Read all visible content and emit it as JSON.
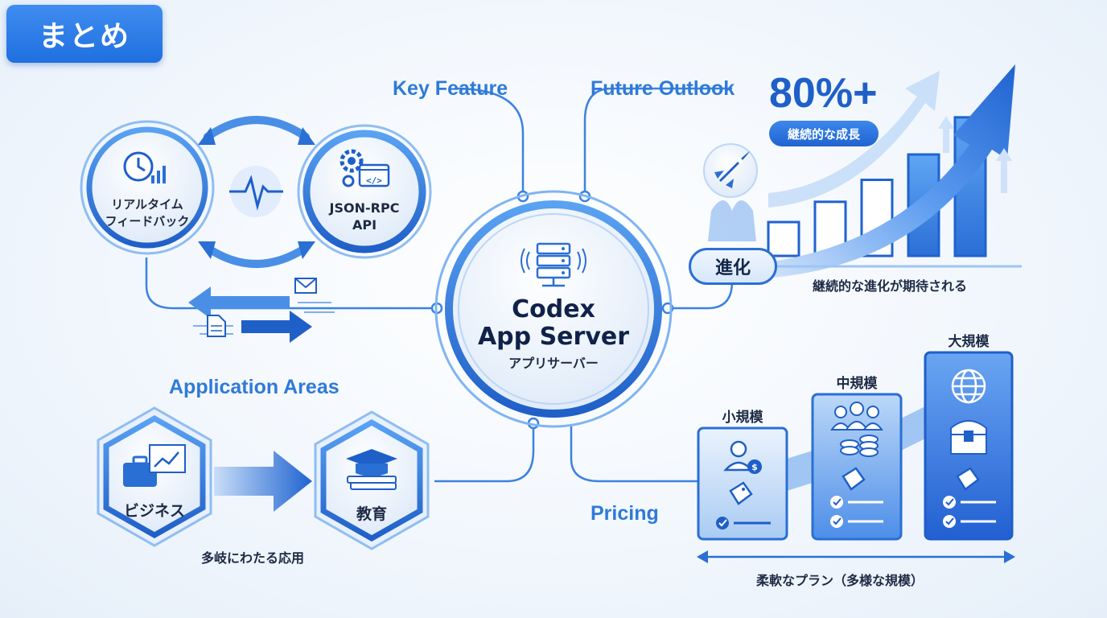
{
  "header": {
    "title": "まとめ"
  },
  "center": {
    "title_line1": "Codex",
    "title_line2": "App Server",
    "subtitle": "アプリサーバー"
  },
  "sections": {
    "key_feature": "Key Feature",
    "future_outlook": "Future Outlook",
    "application_areas": "Application Areas",
    "pricing": "Pricing"
  },
  "key_feature": {
    "realtime_line1": "リアルタイム",
    "realtime_line2": "フィードバック",
    "api_line1": "JSON-RPC",
    "api_line2": "API"
  },
  "future": {
    "percent": "80%+",
    "growth_badge": "継続的な成長",
    "evolution_label": "進化",
    "caption": "継続的な進化が期待される",
    "bars": [
      0.2,
      0.32,
      0.45,
      0.6,
      0.82
    ],
    "colors": {
      "primary": "#1f63d0",
      "light": "#6fb0f5"
    }
  },
  "applications": {
    "business": "ビジネス",
    "education": "教育",
    "caption": "多岐にわたる応用"
  },
  "pricing": {
    "small": "小規模",
    "medium": "中規模",
    "large": "大規模",
    "caption": "柔軟なプラン（多様な規模）"
  },
  "icons": {
    "server": "server-icon",
    "clock": "clock-icon",
    "gear": "gear-icon",
    "code": "code-icon",
    "heartbeat": "heartbeat-icon",
    "rocket": "rocket-icon",
    "briefcase": "briefcase-icon",
    "graduation": "graduation-cap-icon",
    "globe": "globe-icon",
    "users": "users-icon",
    "coins": "coins-icon",
    "tag": "price-tag-icon",
    "check": "check-icon",
    "treasure": "treasure-chest-icon",
    "mail": "mail-icon",
    "document": "document-icon"
  }
}
